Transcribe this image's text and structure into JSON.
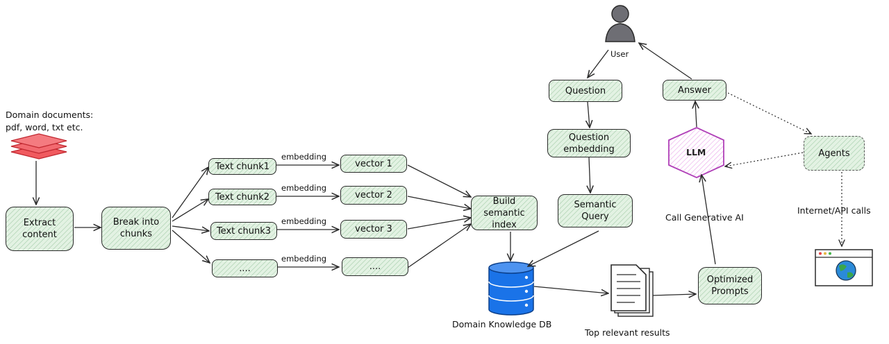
{
  "sources": {
    "label_line1": "Domain documents:",
    "label_line2": "pdf, word, txt etc."
  },
  "steps": {
    "extract": "Extract content",
    "break": "Break into chunks",
    "build_index": "Build semantic index",
    "question": "Question",
    "question_embedding": "Question embedding",
    "semantic_query": "Semantic Query",
    "answer": "Answer",
    "llm": "LLM",
    "agents": "Agents",
    "optimized_prompts": "Optimized Prompts"
  },
  "chunks": [
    "Text chunk1",
    "Text chunk2",
    "Text chunk3",
    "...."
  ],
  "vectors": [
    "vector 1",
    "vector 2",
    "vector 3",
    "...."
  ],
  "embedding_label": "embedding",
  "labels": {
    "user": "User",
    "db": "Domain Knowledge DB",
    "top_results": "Top relevant results",
    "call_ai": "Call Generative AI",
    "internet": "Internet/API calls"
  },
  "colors": {
    "box_fill": "#e3f2e3",
    "docs_red": "#f05a5f",
    "db_blue": "#1a73e8",
    "llm_purple": "#c050c8",
    "user_gray": "#6e6e74"
  }
}
